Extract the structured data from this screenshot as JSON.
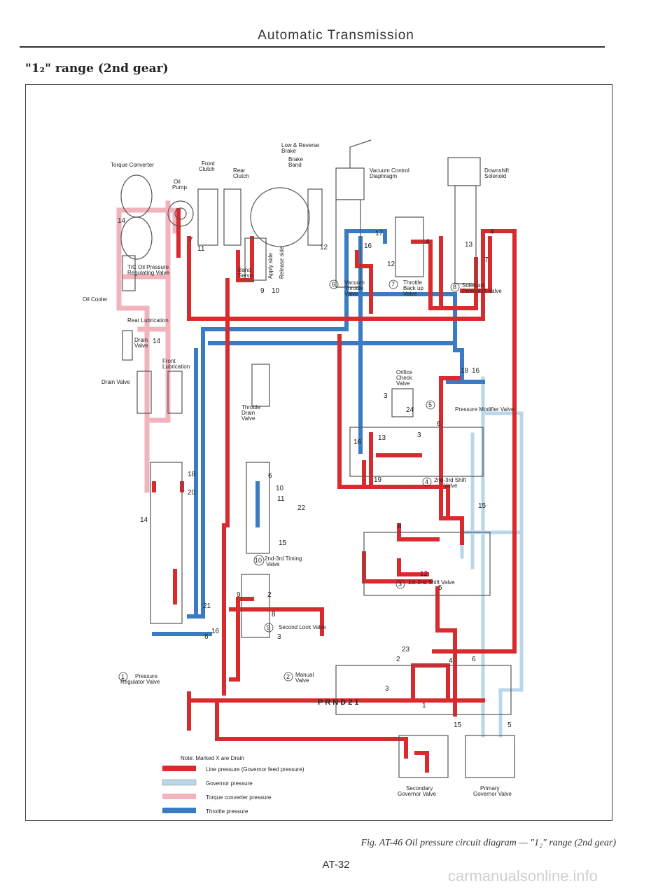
{
  "page": {
    "header": "Automatic Transmission",
    "section_title": "\"1₂\" range (2nd gear)",
    "caption": "Fig. AT-46 Oil pressure circuit diagram — \"1₂\" range (2nd gear)",
    "page_number": "AT-32",
    "watermark": "carmanualsonline.info"
  },
  "diagram": {
    "labels": {
      "torque_converter": "Torque Converter",
      "oil_pump_1": "Oil",
      "oil_pump_2": "Pump",
      "front_clutch_1": "Front",
      "front_clutch_2": "Clutch",
      "rear_clutch_1": "Rear",
      "rear_clutch_2": "Clutch",
      "low_reverse_1": "Low & Reverse",
      "low_reverse_2": "Brake",
      "brake_band_1": "Brake",
      "brake_band_2": "Band",
      "vacuum_control_1": "Vacuum Control",
      "vacuum_control_2": "Diaphragm",
      "downshift_solenoid_1": "Downshift",
      "downshift_solenoid_2": "Solenoid",
      "tc_oil_1": "T/C Oil Pressure",
      "tc_oil_2": "Regulating Valve",
      "oil_cooler": "Oil Cooler",
      "rear_lubrication": "Rear Lubrication",
      "drain_valve_a1": "Drain",
      "drain_valve_a2": "Valve",
      "front_lubrication_1": "Front",
      "front_lubrication_2": "Lubrication",
      "drain_valve_b": "Drain Valve",
      "band_servo_1": "Band",
      "band_servo_2": "Servo",
      "apply_side": "Apply side",
      "release_side": "Release side",
      "vacuum_throttle_1": "Vacuum",
      "vacuum_throttle_2": "Throttle",
      "vacuum_throttle_3": "Valve",
      "throttle_backup_1": "Throttle",
      "throttle_backup_2": "Back up",
      "throttle_backup_3": "Valve",
      "solenoid_downshift_1": "Solenoid",
      "solenoid_downshift_2": "Downshift Valve",
      "orifice_1": "Orifice",
      "orifice_2": "Check",
      "orifice_3": "Valve",
      "pressure_modifier": "Pressure Modifier Valve",
      "throttle_drain_1": "Throttle",
      "throttle_drain_2": "Drain",
      "throttle_drain_3": "Valve",
      "shift_23_1": "2nd-3rd Shift",
      "shift_23_2": "Valve",
      "timing_23_1": "2nd-3rd Timing",
      "timing_23_2": "Valve",
      "shift_12": "1st-2nd Shift Valve",
      "second_lock": "Second Lock Valve",
      "pressure_regulator_1": "Pressure",
      "pressure_regulator_2": "Regulator Valve",
      "manual_1": "Manual",
      "manual_2": "Valve",
      "prnd": "P R N D 2 1",
      "secondary_gov_1": "Secondary",
      "secondary_gov_2": "Governor Valve",
      "primary_gov_1": "Primary",
      "primary_gov_2": "Governor Valve",
      "num_1": "1",
      "num_2": "2",
      "num_3": "3",
      "num_4": "4",
      "num_5": "5",
      "num_6": "6",
      "num_7": "7",
      "num_8": "8",
      "num_9": "9",
      "num_10": "10"
    },
    "line_numbers": [
      "14",
      "7",
      "11",
      "12",
      "17",
      "16",
      "12",
      "4",
      "13",
      "7",
      "4",
      "9",
      "10",
      "14",
      "18",
      "16",
      "24",
      "3",
      "6",
      "3",
      "16",
      "13",
      "19",
      "6",
      "10",
      "11",
      "22",
      "15",
      "15",
      "18",
      "20",
      "14",
      "8",
      "12",
      "21",
      "16",
      "6",
      "9",
      "2",
      "8",
      "3",
      "23",
      "2",
      "4",
      "6",
      "3",
      "1",
      "15",
      "5",
      "5"
    ],
    "note": "Note:  Marked X are Drain",
    "legend": [
      {
        "label": "Line pressure (Governor feed pressure)",
        "color": "#d92a2e"
      },
      {
        "label": "Governor pressure",
        "color": "#b9d7ec"
      },
      {
        "label": "Torque converter pressure",
        "color": "#f2b3bd"
      },
      {
        "label": "Throttle pressure",
        "color": "#3a7cc3"
      }
    ],
    "colors": {
      "line": "#d92a2e",
      "governor": "#b9d7ec",
      "converter": "#f2b3bd",
      "throttle": "#3a7cc3",
      "drain_outline": "#555555"
    }
  }
}
